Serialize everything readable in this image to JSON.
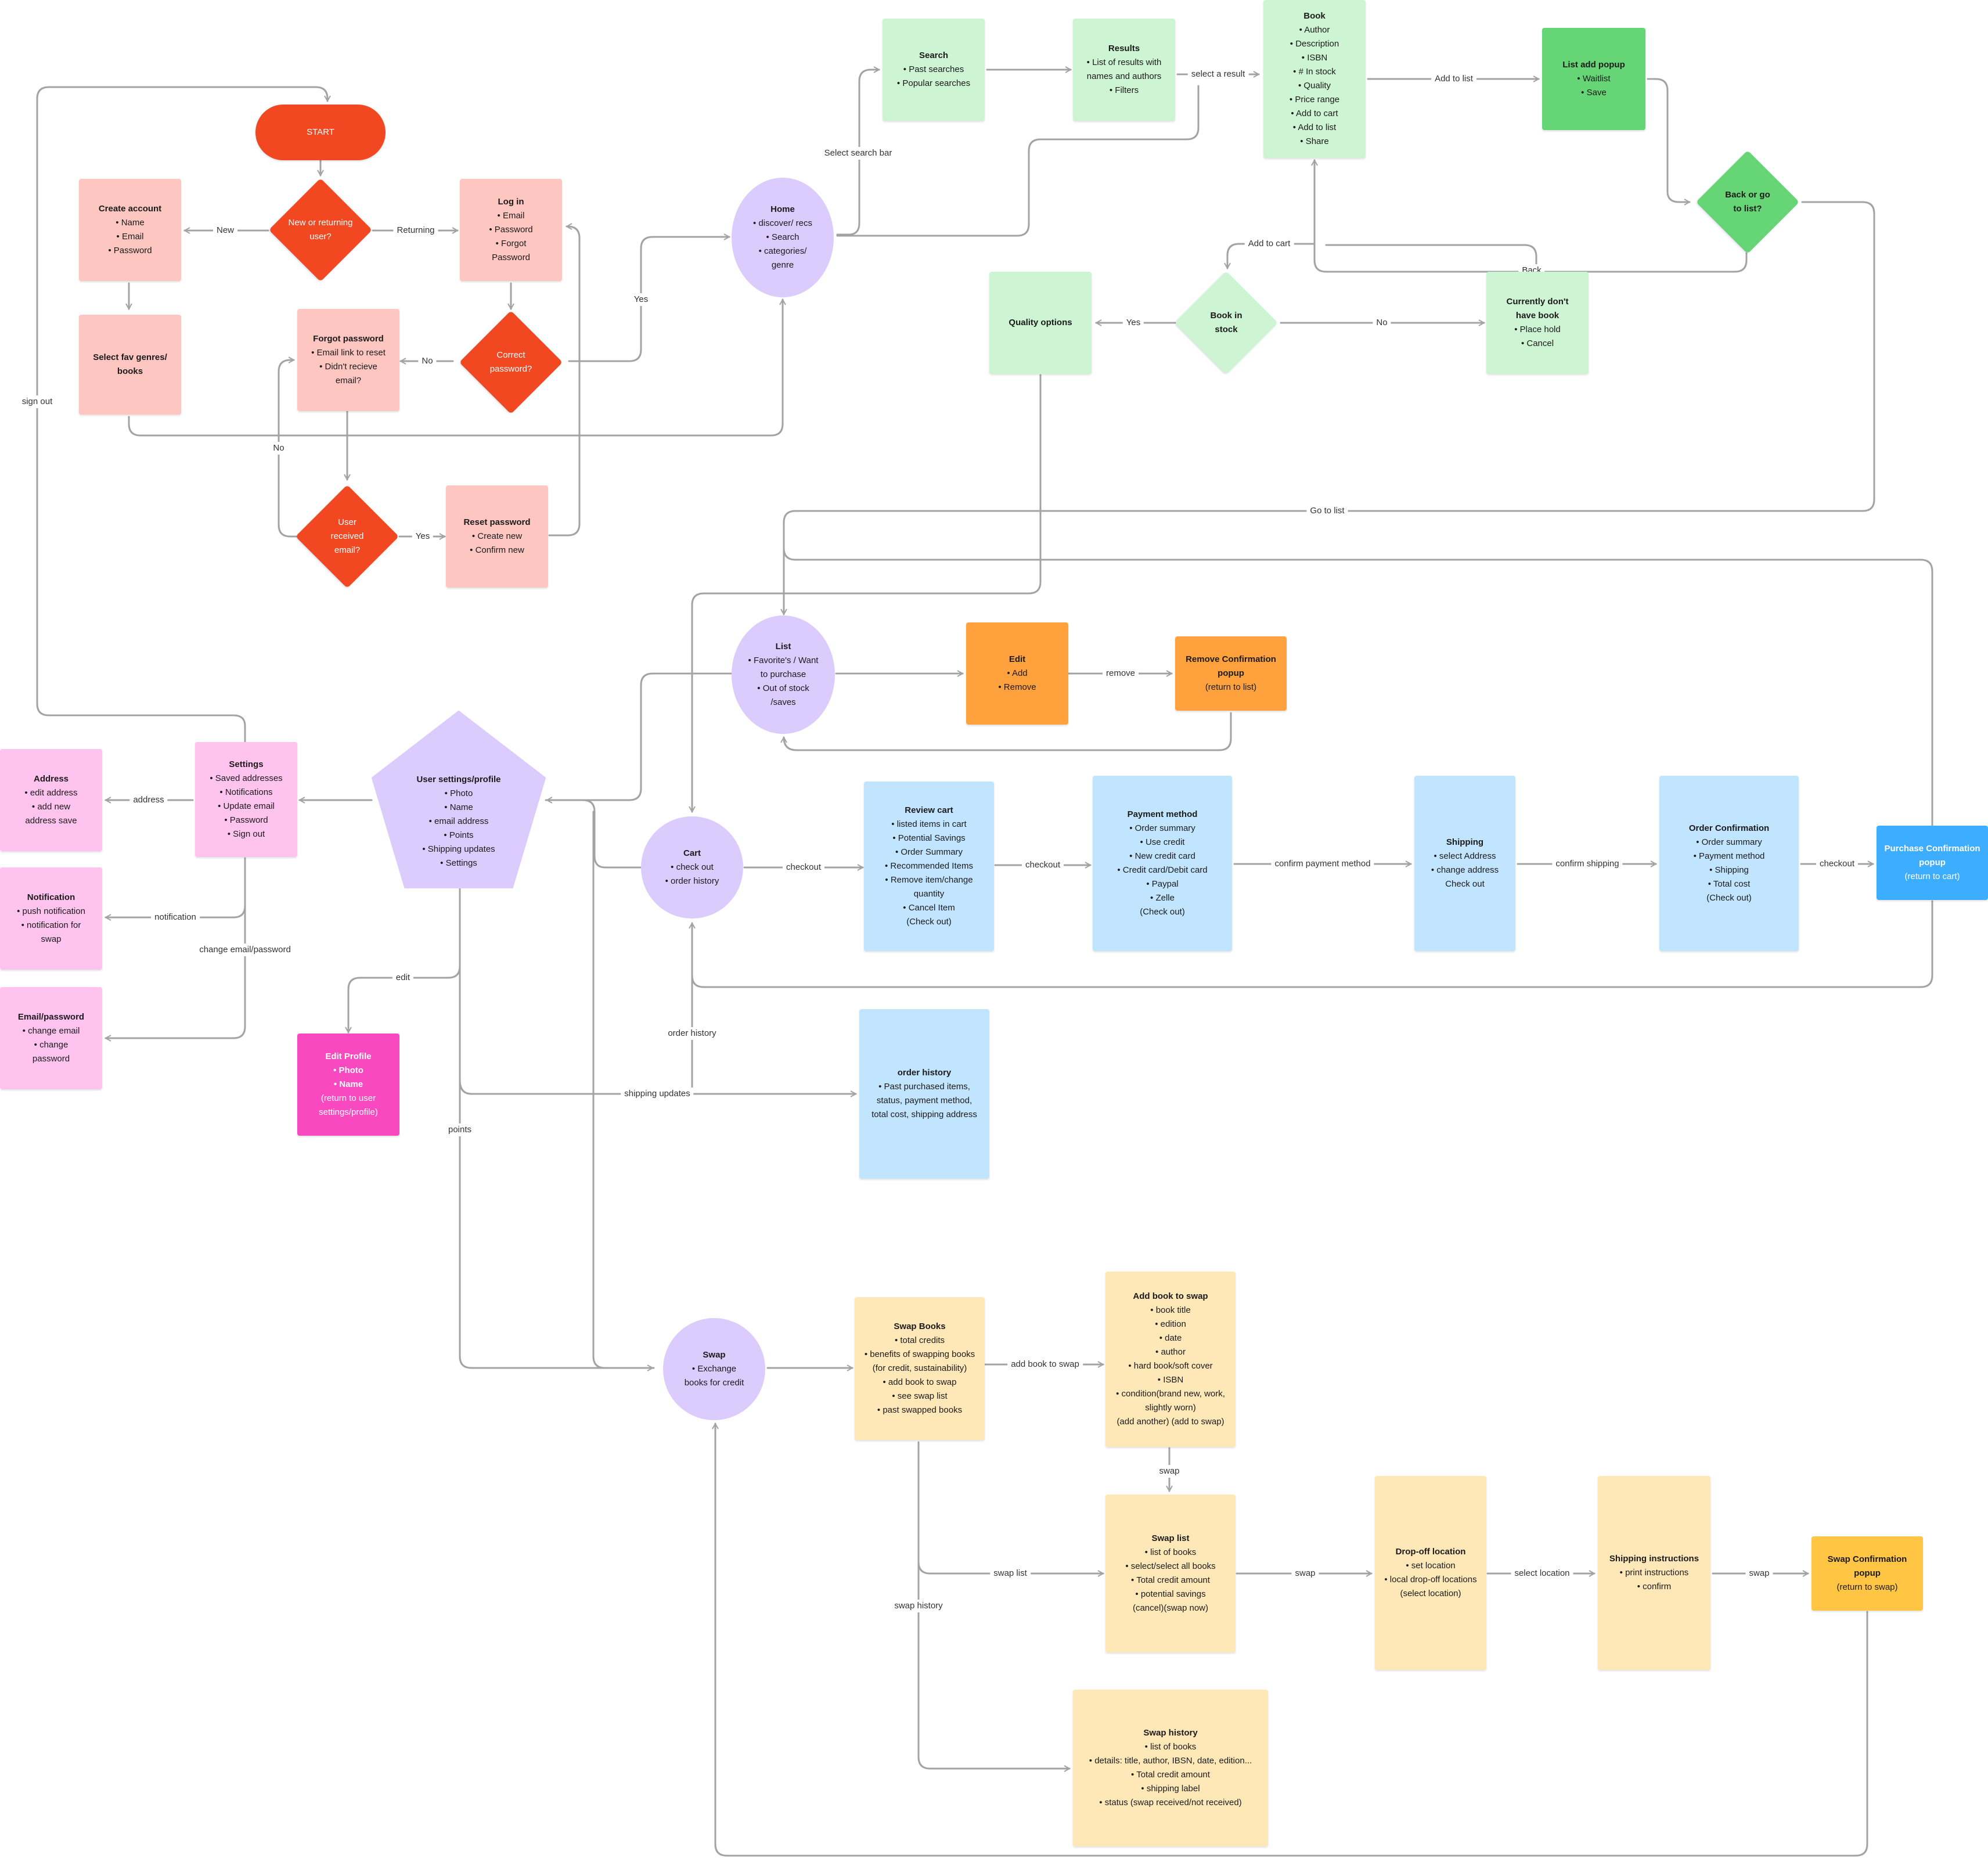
{
  "colors": {
    "edge": "#a3a3a3",
    "red_node": "#f24822",
    "pink_node": "#fec6c0",
    "green_light": "#cdf4d3",
    "green_dark": "#66d575",
    "purple": "#dccbfd",
    "orange": "#ffa23d",
    "blue_light": "#c2e5ff",
    "blue_dark": "#3dadff",
    "magenta_light": "#ffc3ef",
    "magenta_dark": "#f849c1",
    "yellow_light": "#ffe8b8",
    "yellow_dark": "#ffc543"
  },
  "nodes": {
    "start": {
      "title": "START",
      "items": []
    },
    "new_or_returning": {
      "title": "New or returning user?"
    },
    "create_account": {
      "title": "Create account",
      "items": [
        "Name",
        "Email",
        "Password"
      ]
    },
    "login": {
      "title": "Log in",
      "items": [
        "Email",
        "Password",
        "Forgot Password"
      ]
    },
    "select_genres": {
      "title": "Select fav genres/ books",
      "items": []
    },
    "forgot_password": {
      "title": "Forgot password",
      "items": [
        "Email link to reset",
        "Didn't recieve email?"
      ]
    },
    "correct_password": {
      "title": "Correct password?"
    },
    "user_received": {
      "title": "User received email?"
    },
    "reset_password": {
      "title": "Reset password",
      "items": [
        "Create new",
        "Confirm new"
      ]
    },
    "home": {
      "title": "Home",
      "items": [
        "discover/ recs",
        "Search",
        "categories/ genre"
      ]
    },
    "search": {
      "title": "Search",
      "items": [
        "Past searches",
        "Popular searches"
      ]
    },
    "results": {
      "title": "Results",
      "items": [
        "List of results with names and authors",
        "Filters"
      ]
    },
    "book": {
      "title": "Book",
      "items": [
        "Author",
        "Description",
        "ISBN",
        "# In stock",
        "Quality",
        "Price range",
        "Add to cart",
        "Add to list",
        "Share"
      ]
    },
    "list_add_popup": {
      "title": "List add popup",
      "items": [
        "Waitlist",
        "Save"
      ]
    },
    "back_or_list": {
      "title": "Back or go to list?"
    },
    "quality_options": {
      "title": "Quality options",
      "items": []
    },
    "book_in_stock": {
      "title": "Book in stock"
    },
    "currently_dont": {
      "title": "Currently don't have book",
      "items": [
        "Place hold",
        "Cancel"
      ]
    },
    "list": {
      "title": "List",
      "items": [
        "Favorite's / Want to purchase",
        "Out of stock /saves"
      ]
    },
    "edit": {
      "title": "Edit",
      "items": [
        "Add",
        "Remove"
      ]
    },
    "remove_popup": {
      "title": "Remove Confirmation popup",
      "sub": "(return to list)",
      "items": []
    },
    "settings": {
      "title": "Settings",
      "items": [
        "Saved addresses",
        "Notifications",
        "Update email",
        "Password",
        "Sign out"
      ]
    },
    "user_settings": {
      "title": "User settings/profile",
      "items": [
        "Photo",
        "Name",
        "email address",
        "Points",
        "Shipping updates",
        "Settings"
      ]
    },
    "address": {
      "title": "Address",
      "items": [
        "edit address",
        "add new address save"
      ]
    },
    "notification": {
      "title": "Notification",
      "items": [
        "push notification",
        "notification for swap"
      ]
    },
    "email_password": {
      "title": "Email/password",
      "items": [
        "change email",
        "change password"
      ]
    },
    "edit_profile": {
      "title": "Edit Profile",
      "items": [
        "Photo",
        "Name"
      ],
      "sub": "(return to user settings/profile)"
    },
    "cart": {
      "title": "Cart",
      "items": [
        "check out",
        "order history"
      ]
    },
    "review_cart": {
      "title": "Review cart",
      "items": [
        "listed items in cart",
        "Potential Savings",
        "Order Summary",
        "Recommended Items",
        "Remove item/change quantity",
        "Cancel Item"
      ],
      "sub": "(Check out)"
    },
    "payment_method": {
      "title": "Payment method",
      "items": [
        "Order summary",
        "Use credit",
        "New credit card",
        "Credit card/Debit card",
        "Paypal",
        "Zelle"
      ],
      "sub": "(Check out)"
    },
    "shipping": {
      "title": "Shipping",
      "items": [
        "select Address",
        "change address"
      ],
      "sub": "Check out"
    },
    "order_confirmation": {
      "title": "Order Confirmation",
      "items": [
        "Order summary",
        "Payment method",
        "Shipping",
        "Total cost"
      ],
      "sub": "(Check out)"
    },
    "purchase_popup": {
      "title": "Purchase Confirmation popup",
      "sub": "(return to cart)",
      "items": []
    },
    "order_history": {
      "title": "order history",
      "items": [
        "Past purchased items, status, payment method,  total cost, shipping address"
      ]
    },
    "swap": {
      "title": "Swap",
      "items": [
        "Exchange books for credit"
      ]
    },
    "swap_books": {
      "title": "Swap Books",
      "items": [
        "total credits",
        "benefits of swapping books (for credit, sustainability)",
        "add book to swap",
        "see swap list",
        "past swapped books"
      ]
    },
    "add_book_swap": {
      "title": "Add book to swap",
      "items": [
        "book title",
        "edition",
        "date",
        "author",
        "hard book/soft cover",
        "ISBN",
        "condition(brand new, work, slightly worn)"
      ],
      "sub": "(add another) (add to swap)"
    },
    "swap_list": {
      "title": "Swap list",
      "items": [
        "list of books",
        "select/select all books",
        "Total credit amount",
        "potential savings"
      ],
      "sub": "(cancel)(swap now)"
    },
    "dropoff": {
      "title": "Drop-off location",
      "items": [
        "set location",
        "local drop-off locations"
      ],
      "sub": "(select location)"
    },
    "shipping_instructions": {
      "title": "Shipping instructions",
      "items": [
        "print instructions",
        "confirm"
      ]
    },
    "swap_popup": {
      "title": "Swap Confirmation popup",
      "sub": "(return to swap)",
      "items": []
    },
    "swap_history": {
      "title": "Swap history",
      "items": [
        "list of books",
        "details: title, author, IBSN, date, edition...",
        "Total credit amount",
        "shipping label",
        "status (swap received/not received)"
      ]
    }
  },
  "edge_labels": {
    "new": "New",
    "returning": "Returning",
    "no_correct": "No",
    "no_received": "No",
    "yes_received": "Yes",
    "yes_home": "Yes",
    "sign_out": "sign out",
    "select_search_bar": "Select search bar",
    "select_a_result": "select a result",
    "add_to_list": "Add to list",
    "add_to_cart": "Add to cart",
    "back": "Back",
    "yes_stock": "Yes",
    "no_stock": "No",
    "go_to_list": "Go to list",
    "remove": "remove",
    "address": "address",
    "notification": "notification",
    "change_email_password": "change email/password",
    "edit": "edit",
    "points": "points",
    "shipping_updates": "shipping updates",
    "order_history": "order history",
    "checkout_1": "checkout",
    "checkout_2": "checkout",
    "confirm_payment": "confirm payment method",
    "confirm_shipping": "confirm shipping",
    "checkout_3": "checkout",
    "add_book_to_swap": "add book to swap",
    "swap_down": "swap",
    "swap_list": "swap list",
    "swap_history": "swap history",
    "swap_1": "swap",
    "select_location": "select location",
    "swap_2": "swap"
  }
}
